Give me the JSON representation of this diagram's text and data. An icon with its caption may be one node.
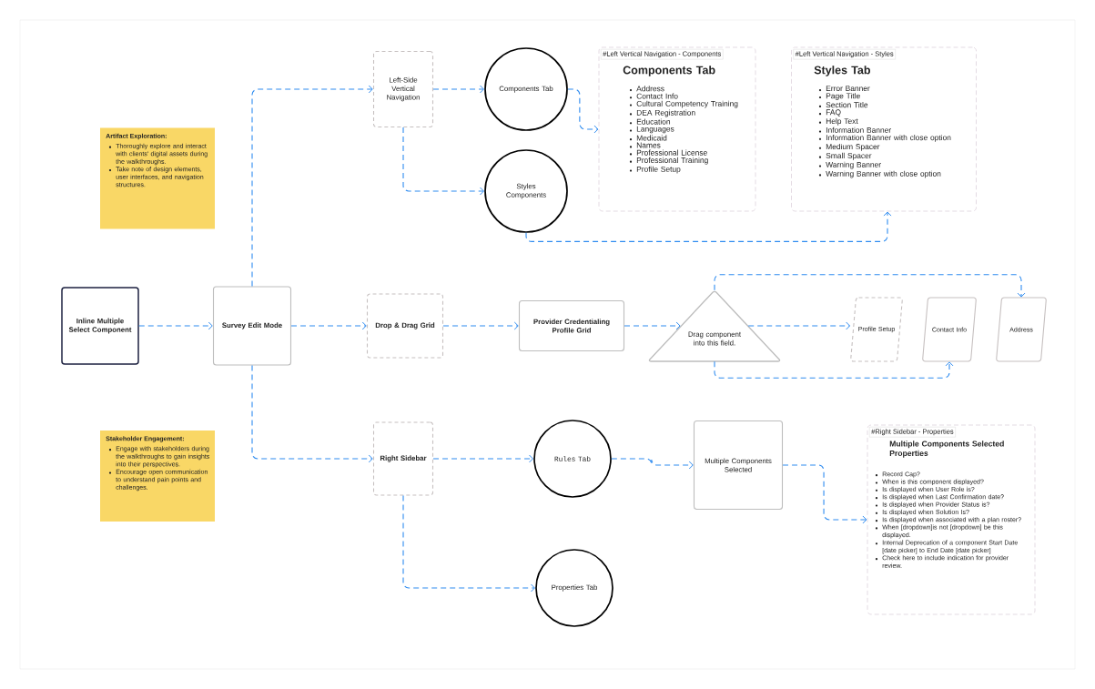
{
  "diagram": {
    "nodes": [
      {
        "text": [
          "Inline Multiple Select Component"
        ]
      },
      {
        "text": [
          "Survey Edit Mode"
        ]
      },
      {
        "text": [
          "Left-Side Vertical Navigation"
        ]
      },
      {
        "text": [
          "Components Tab"
        ]
      },
      {
        "text": [
          "Styles Components"
        ]
      },
      {
        "text": [
          "#Left Vertical Navigation - Components",
          "Components Tab",
          "Address",
          "Contact Info",
          "Cultural Competency Training",
          "DEA Registration",
          "Education",
          "Languages",
          "Medicaid",
          "Names",
          "Professional License",
          "Professional Training",
          "Profile Setup"
        ]
      },
      {
        "text": [
          "#Left Vertical Navigation - Styles",
          "Styles Tab",
          "Error Banner",
          "Page Title",
          "Section Title",
          "FAQ",
          "Help Text",
          "Information Banner",
          "Information Banner with close option",
          "Medium Spacer",
          "Small Spacer",
          "Warning Banner",
          "Warning Banner with close option"
        ]
      },
      {
        "text": [
          "Drop & Drag Grid"
        ]
      },
      {
        "text": [
          "Provider Credentialing Profile Grid"
        ]
      },
      {
        "text": [
          "Drag component into this field."
        ]
      },
      {
        "text": [
          "Profile Setup"
        ]
      },
      {
        "text": [
          "Contact Info"
        ]
      },
      {
        "text": [
          "Address"
        ]
      },
      {
        "text": [
          "Right Sidebar"
        ]
      },
      {
        "text": [
          "Rules Tab"
        ]
      },
      {
        "text": [
          "Properties Tab"
        ]
      },
      {
        "text": [
          "Multiple Components Selected"
        ]
      },
      {
        "text": [
          "#Right Sidebar - Properties",
          "Multiple Components Selected Properties",
          "Record Cap?",
          "When is this component displayed?",
          "Is displayed when User Role is?",
          "Is displayed when Last Confirmation date?",
          "Is displayed when Provider Status is?",
          "Is displayed when Solution Is?",
          "Is displayed when associated with a plan roster?",
          "When [dropdown]is not [dropdown] be this displayed.",
          "Internal Deprecation of a component Start Date [date picker] to End Date [date picker]",
          "Check here to include indication for provider review."
        ]
      },
      {
        "text": [
          "Artifact Exploration:",
          "Thoroughly explore and interact with clients' digital assets during the walkthroughs.",
          "Take note of design elements, user interfaces, and navigation structures."
        ]
      },
      {
        "text": [
          "Stakeholder Engagement:",
          "Engage with stakeholders during the walkthroughs to gain insights into their perspectives.",
          "Encourage open communication to understand pain points and challenges."
        ]
      }
    ],
    "edges": [
      {
        "from": 0,
        "to": 1,
        "arrow": "to"
      },
      {
        "from": 1,
        "to": 2,
        "arrow": "to"
      },
      {
        "from": 1,
        "to": 7,
        "arrow": "to"
      },
      {
        "from": 1,
        "to": 13,
        "arrow": "to"
      },
      {
        "from": 2,
        "to": 3,
        "arrow": "to"
      },
      {
        "from": 2,
        "to": 4,
        "arrow": "to"
      },
      {
        "from": 3,
        "to": 5,
        "arrow": "to"
      },
      {
        "from": 4,
        "to": 6,
        "arrow": "to"
      },
      {
        "from": 7,
        "to": 8,
        "arrow": "to"
      },
      {
        "from": 8,
        "to": 9,
        "arrow": "to"
      },
      {
        "from": 9,
        "to": 10,
        "arrow": "to"
      },
      {
        "from": 9,
        "to": 12,
        "arrow": "to"
      },
      {
        "from": 9,
        "to": 11,
        "arrow": "to"
      },
      {
        "from": 13,
        "to": 14,
        "arrow": "to"
      },
      {
        "from": 13,
        "to": 15,
        "arrow": "to"
      },
      {
        "from": 14,
        "to": 16,
        "arrow": "to"
      },
      {
        "from": 16,
        "to": 17,
        "arrow": "to"
      }
    ]
  }
}
